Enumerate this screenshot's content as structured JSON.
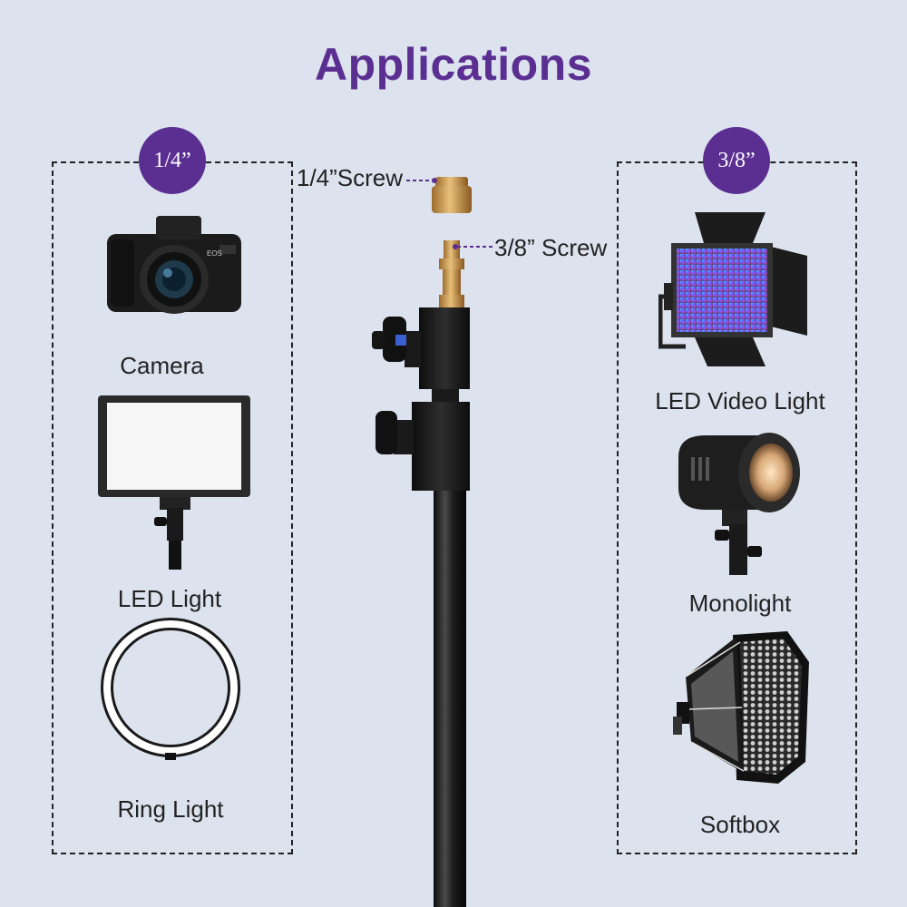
{
  "title": "Applications",
  "colors": {
    "accent": "#5b2f91",
    "background": "#dde3ee"
  },
  "left_panel": {
    "badge": "1/4”",
    "items": [
      {
        "label": "Camera",
        "icon": "camera-icon"
      },
      {
        "label": "LED Light",
        "icon": "led-panel-icon"
      },
      {
        "label": "Ring Light",
        "icon": "ring-light-icon"
      }
    ]
  },
  "right_panel": {
    "badge": "3/8”",
    "items": [
      {
        "label": "LED Video Light",
        "icon": "led-video-light-icon"
      },
      {
        "label": "Monolight",
        "icon": "monolight-icon"
      },
      {
        "label": "Softbox",
        "icon": "softbox-icon"
      }
    ]
  },
  "stand": {
    "screw_14_label": "1/4”Screw",
    "screw_38_label": "3/8” Screw"
  }
}
